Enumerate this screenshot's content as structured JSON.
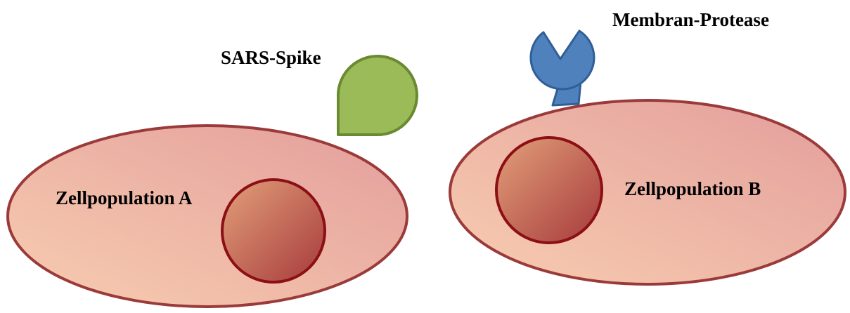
{
  "labels": {
    "cell_a": "Zellpopulation A",
    "cell_b": "Zellpopulation B",
    "spike": "SARS-Spike",
    "protease": "Membran-Protease"
  },
  "colors": {
    "cell_fill_light": "#f8cdb0",
    "cell_fill_dark": "#e39e9c",
    "cell_stroke": "#9b3a3a",
    "nucleus_fill_light": "#e3a07a",
    "nucleus_fill_dark": "#a63a3c",
    "nucleus_stroke": "#8b0f14",
    "spike_fill": "#9bbb59",
    "spike_stroke": "#6a8a32",
    "protease_fill": "#4f81bd",
    "protease_stroke": "#2f5f96",
    "text": "#000000"
  },
  "icons": {
    "spike": "teardrop-spike-icon",
    "protease": "pacman-receptor-icon"
  }
}
